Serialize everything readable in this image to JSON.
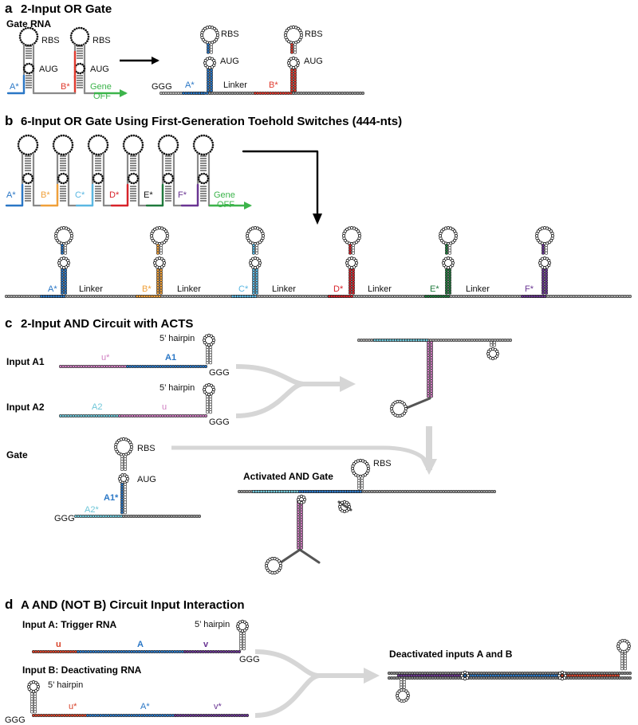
{
  "colors": {
    "A": "#2a77c6",
    "B": "#e03a2e",
    "C": "#5ab7e2",
    "D": "#d8232a",
    "E": "#1f7a3c",
    "F": "#6a3593",
    "orange": "#f0a03a",
    "gene": "#3cb44b",
    "pink": "#d07fc2",
    "light_blue": "#6fc6d8",
    "red_dom": "#d8432a",
    "purple_dom": "#6a3593",
    "arrow_grey": "#d6d6d6"
  },
  "panel_a": {
    "letter": "a",
    "title": "2-Input OR Gate",
    "gate_label": "Gate RNA",
    "rbs": "RBS",
    "aug": "AUG",
    "a_star": "A*",
    "b_star": "B*",
    "gene": "Gene",
    "off": "OFF",
    "ggg": "GGG",
    "linker": "Linker"
  },
  "panel_b": {
    "letter": "b",
    "title": "6-Input OR Gate Using First-Generation Toehold Switches (444-nts)",
    "domains": [
      "A*",
      "B*",
      "C*",
      "D*",
      "E*",
      "F*"
    ],
    "gene": "Gene",
    "off": "OFF",
    "linker": "Linker"
  },
  "panel_c": {
    "letter": "c",
    "title": "2-Input AND Circuit with ACTS",
    "input_a1": "Input A1",
    "input_a2": "Input A2",
    "gate": "Gate",
    "hairpin": "5’ hairpin",
    "ggg": "GGG",
    "u_star": "u*",
    "a1": "A1",
    "a2": "A2",
    "u": "u",
    "rbs": "RBS",
    "aug": "AUG",
    "a1_star": "A1*",
    "a2_star": "A2*",
    "activated": "Activated AND Gate"
  },
  "panel_d": {
    "letter": "d",
    "title": "A AND (NOT B) Circuit Input Interaction",
    "input_a": "Input A: Trigger RNA",
    "input_b": "Input B: Deactivating RNA",
    "hairpin": "5’ hairpin",
    "ggg": "GGG",
    "u": "u",
    "a": "A",
    "v": "v",
    "u_star": "u*",
    "a_star": "A*",
    "v_star": "v*",
    "deactivated": "Deactivated inputs A and B"
  }
}
